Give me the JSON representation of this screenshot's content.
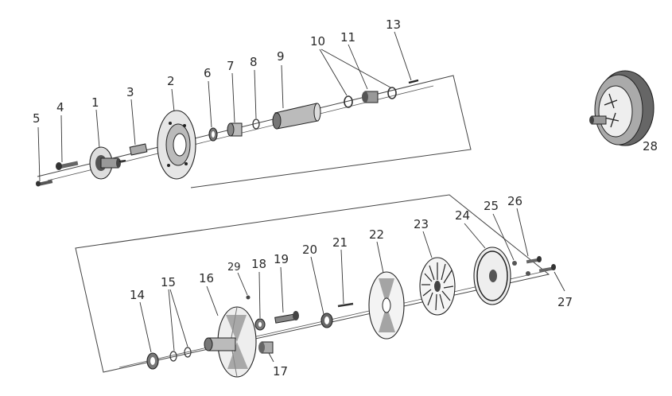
{
  "labels": {
    "p1": "1",
    "p2": "2",
    "p3": "3",
    "p4": "4",
    "p5": "5",
    "p6": "6",
    "p7": "7",
    "p8": "8",
    "p9": "9",
    "p10": "10",
    "p11": "11",
    "p13": "13",
    "p14": "14",
    "p15": "15",
    "p16": "16",
    "p17": "17",
    "p18": "18",
    "p19": "19",
    "p20": "20",
    "p21": "21",
    "p22": "22",
    "p23": "23",
    "p24": "24",
    "p25": "25",
    "p26": "26",
    "p27": "27",
    "p28": "28",
    "p29": "29"
  },
  "colors": {
    "ink": "#222222",
    "shade": "#8a8a8a",
    "light": "#cfcfcf",
    "paper": "#ffffff"
  }
}
